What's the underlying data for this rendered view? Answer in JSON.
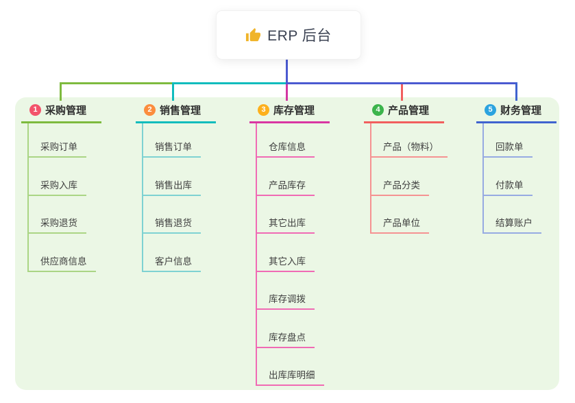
{
  "root": {
    "title": "ERP 后台",
    "icon": "thumbs-up",
    "icon_color": "#f0b429"
  },
  "colors": {
    "canvas_bg": "#ffffff",
    "panel_bg": "#ebf7e5",
    "root_connector": "#4b5ad1",
    "bus_segments": {
      "green": "#7eba3e",
      "teal": "#0fbcbd",
      "blue": "#4b5ad1"
    }
  },
  "branches": [
    {
      "index": "1",
      "label": "采购管理",
      "badge_color": "#f3536b",
      "line_color": "#7eba3e",
      "child_line_color": "#aad584",
      "children": [
        "采购订单",
        "采购入库",
        "采购退货",
        "供应商信息"
      ]
    },
    {
      "index": "2",
      "label": "销售管理",
      "badge_color": "#fb8d3e",
      "line_color": "#0fbcbd",
      "child_line_color": "#7ed2d2",
      "children": [
        "销售订单",
        "销售出库",
        "销售退货",
        "客户信息"
      ]
    },
    {
      "index": "3",
      "label": "库存管理",
      "badge_color": "#fdb01d",
      "line_color": "#d936a2",
      "child_line_color": "#f06ab4",
      "children": [
        "仓库信息",
        "产品库存",
        "其它出库",
        "其它入库",
        "库存调拨",
        "库存盘点",
        "出库库明细"
      ]
    },
    {
      "index": "4",
      "label": "产品管理",
      "badge_color": "#3cb44c",
      "line_color": "#f15e5e",
      "child_line_color": "#f59292",
      "children": [
        "产品（物料）",
        "产品分类",
        "产品单位"
      ]
    },
    {
      "index": "5",
      "label": "财务管理",
      "badge_color": "#2ba3df",
      "line_color": "#3f63cf",
      "child_line_color": "#96aae2",
      "children": [
        "回款单",
        "付款单",
        "结算账户"
      ]
    }
  ]
}
